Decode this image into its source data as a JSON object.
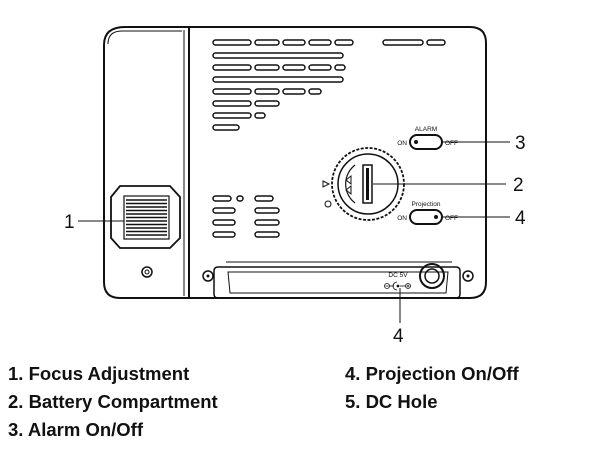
{
  "callouts": {
    "c1": "1",
    "c2": "2",
    "c3": "3",
    "c4_right": "4",
    "c4_bottom": "4"
  },
  "panel_labels": {
    "alarm": "ALARM",
    "alarm_on": "ON",
    "alarm_off": "OFF",
    "projection": "Projection",
    "projection_on": "ON",
    "projection_off": "OFF",
    "dc": "DC 5V"
  },
  "legend": {
    "left": [
      "1. Focus Adjustment",
      "2. Battery Compartment",
      "3. Alarm On/Off"
    ],
    "right": [
      "4. Projection On/Off",
      "5. DC Hole"
    ]
  }
}
